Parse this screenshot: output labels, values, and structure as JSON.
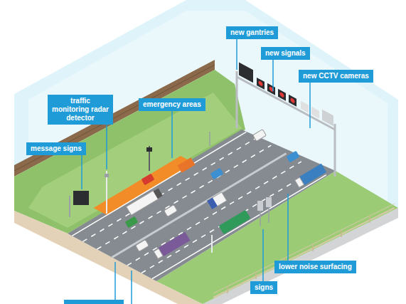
{
  "diagram": {
    "nodes": [
      {
        "text": [
          "new gantries"
        ]
      },
      {
        "text": [
          "new signals"
        ]
      },
      {
        "text": [
          "new CCTV cameras"
        ]
      },
      {
        "text": [
          "traffic monitoring radar detector"
        ]
      },
      {
        "text": [
          "emergency areas"
        ]
      },
      {
        "text": [
          "message signs"
        ]
      },
      {
        "text": [
          "lower noise surfacing"
        ]
      },
      {
        "text": [
          "signs"
        ]
      }
    ]
  }
}
